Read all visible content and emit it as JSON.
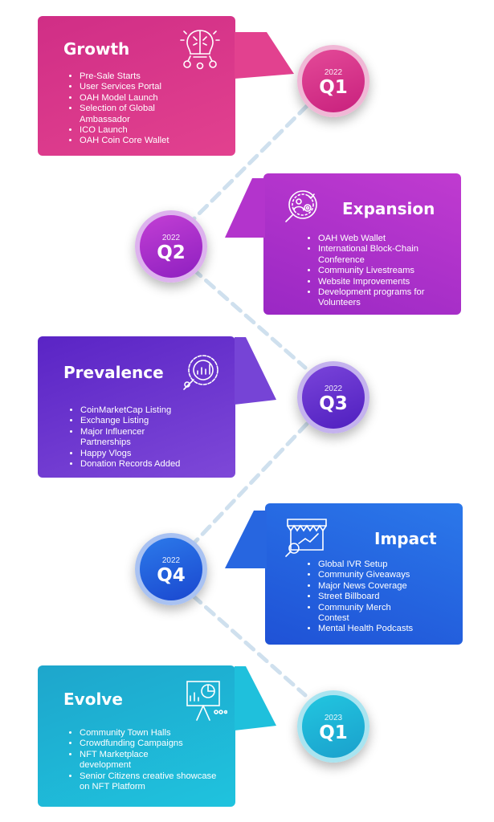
{
  "milestones": [
    {
      "title": "Growth",
      "year": "2022",
      "quarter": "Q1",
      "icon": "ai-brain-gears-icon",
      "items": [
        "Pre-Sale Starts",
        "User Services Portal",
        "OAH Model Launch",
        "Selection of Global Ambassador",
        "ICO Launch",
        "OAH Coin Core Wallet"
      ],
      "colors": [
        "#c2267f",
        "#e2418f"
      ]
    },
    {
      "title": "Expansion",
      "year": "2022",
      "quarter": "Q2",
      "icon": "magnifier-people-gear-icon",
      "items": [
        "OAH Web Wallet",
        "International Block-Chain Conference",
        "Community Livestreams",
        "Website Improvements",
        "Development programs for Volunteers"
      ],
      "colors": [
        "#8e22bf",
        "#c03bd0"
      ]
    },
    {
      "title": "Prevalence",
      "year": "2022",
      "quarter": "Q3",
      "icon": "magnifier-chart-gear-icon",
      "items": [
        "CoinMarketCap Listing",
        "Exchange Listing",
        "Major Influencer Partnerships",
        "Happy Vlogs",
        "Donation Records Added"
      ],
      "colors": [
        "#5523c2",
        "#7d47d9"
      ]
    },
    {
      "title": "Impact",
      "year": "2022",
      "quarter": "Q4",
      "icon": "store-chart-magnifier-icon",
      "items": [
        "Global IVR Setup",
        "Community Giveaways",
        "Major News Coverage",
        "Street Billboard",
        "Community Merch Contest",
        "Mental Health Podcasts"
      ],
      "colors": [
        "#1d4bd3",
        "#2b78ea"
      ]
    },
    {
      "title": "Evolve",
      "year": "2023",
      "quarter": "Q1",
      "icon": "presentation-board-chart-icon",
      "items": [
        "Community Town Halls",
        "Crowdfunding Campaigns",
        "NFT Marketplace development",
        "Senior Citizens creative showcase on NFT Platform"
      ],
      "colors": [
        "#1ea6cc",
        "#1ccbe0"
      ]
    }
  ]
}
